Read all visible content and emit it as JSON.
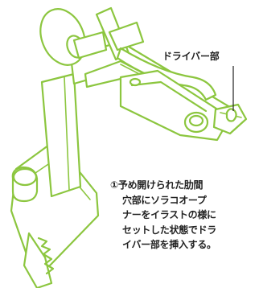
{
  "labels": {
    "driver_part": "ドライバー部"
  },
  "instruction": {
    "number": "①",
    "lines": [
      "予め開けられた肋間",
      "穴部にソラコオープ",
      "ナーをイラストの様に",
      "セットした状態でドラ",
      "イバー部を挿入する。"
    ]
  },
  "colors": {
    "outline": "#8cc63f",
    "text": "#222222",
    "background": "#ffffff"
  }
}
